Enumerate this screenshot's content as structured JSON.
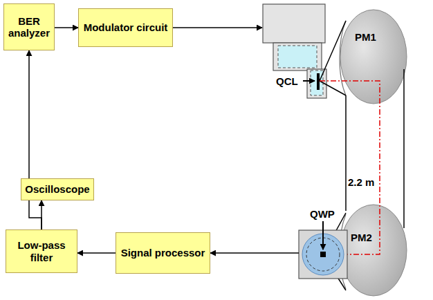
{
  "diagram": {
    "nodes": [
      {
        "text": [
          "BER analyzer"
        ]
      },
      {
        "text": [
          "Modulator circuit"
        ]
      },
      {
        "text": [
          "Oscilloscope"
        ]
      },
      {
        "text": [
          "Low-pass filter"
        ]
      },
      {
        "text": [
          "Signal processor"
        ]
      }
    ],
    "edges": [
      {
        "from": 0,
        "to": 1,
        "arrow": "to"
      },
      {
        "from": 4,
        "to": 3,
        "arrow": "to"
      },
      {
        "from": 3,
        "to": 2,
        "arrow": "to"
      },
      {
        "from": 3,
        "to": 0,
        "arrow": "to"
      }
    ],
    "labels": [
      "QCL",
      "PM1",
      "2.2 m",
      "QWP",
      "PM2"
    ]
  }
}
